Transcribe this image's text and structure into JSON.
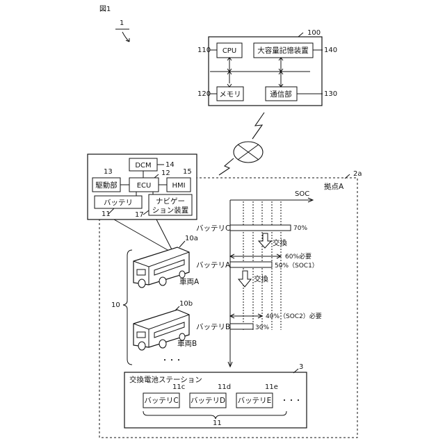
{
  "figure_label": "図1",
  "refs": {
    "system": "1",
    "server": "100",
    "cpu_ref": "110",
    "storage_ref": "140",
    "memory_ref": "120",
    "comm_ref": "130",
    "base_ref": "2a",
    "dcm_ref": "14",
    "ecu_ref": "12",
    "drive_ref": "13",
    "hmi_ref": "15",
    "battery_ref": "11",
    "nav_ref": "17",
    "vehicle_a_ref": "10a",
    "vehicle_b_ref": "10b",
    "vehicles_ref": "10",
    "station_ref": "3",
    "bat_c_ref": "11c",
    "bat_d_ref": "11d",
    "bat_e_ref": "11e",
    "bats_ref": "11"
  },
  "server": {
    "cpu": "CPU",
    "storage": "大容量記憶装置",
    "memory": "メモリ",
    "comm": "通信部"
  },
  "vehicle_block": {
    "dcm": "DCM",
    "ecu": "ECU",
    "drive": "駆動部",
    "hmi": "HMI",
    "battery": "バッテリ",
    "nav_line1": "ナビゲー",
    "nav_line2": "ション装置"
  },
  "base": {
    "label": "拠点A",
    "axis_label": "SOC",
    "battery_c_label": "バッテリC",
    "battery_c_value": "70%",
    "swap_label_1": "交換",
    "need_60": "60%必要",
    "battery_a_label": "バッテリA",
    "battery_a_value": "50%（SOC1）",
    "swap_label_2": "交換",
    "need_40": "40%（SOC2）必要",
    "battery_b_label": "バッテリB",
    "battery_b_value": "30%",
    "vehicle_a": "車両A",
    "vehicle_b": "車両B",
    "ellipsis_vehicles": "・・・"
  },
  "station": {
    "title": "交換電池ステーション",
    "bat_c": "バッテリC",
    "bat_d": "バッテリD",
    "bat_e": "バッテリE",
    "ellipsis": "・・・"
  }
}
